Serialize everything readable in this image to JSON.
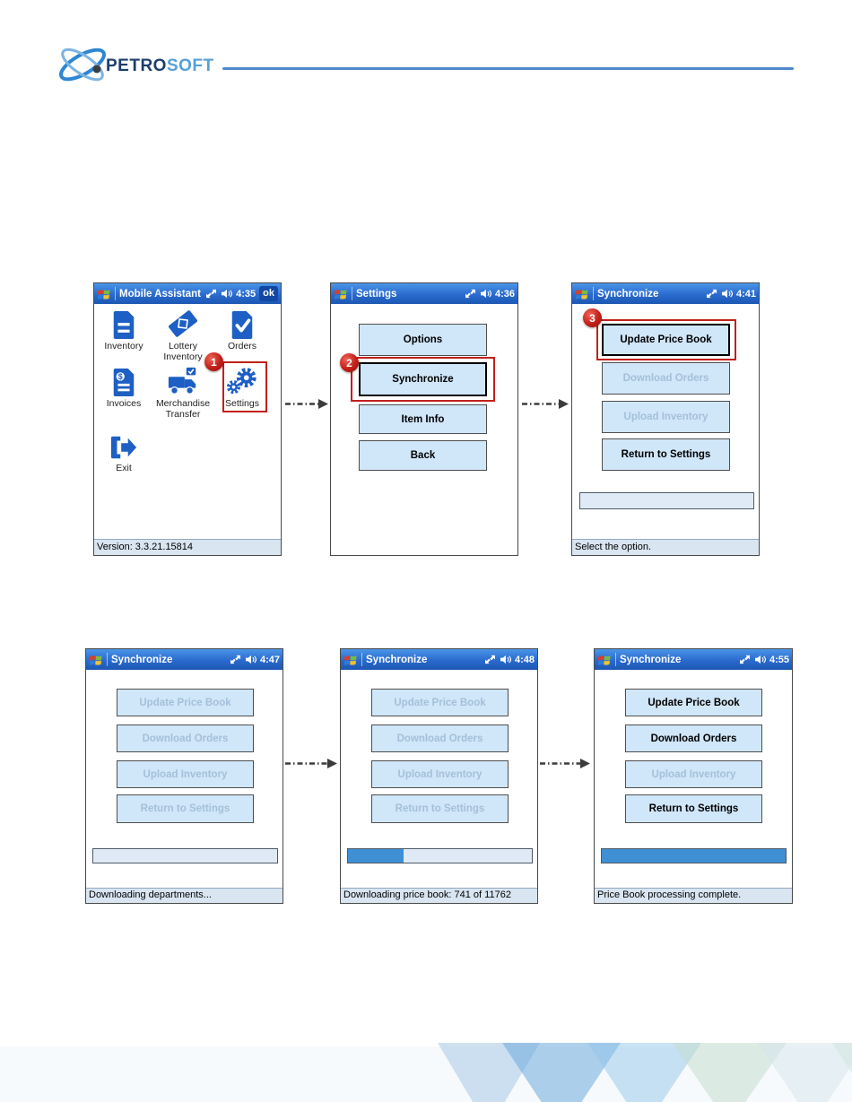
{
  "header": {
    "brand_petro": "PETRO",
    "brand_soft": "SOFT"
  },
  "annotations": {
    "step_1": "1",
    "step_2": "2",
    "step_3": "3"
  },
  "colors": {
    "titlebar_blue": "#2a6ace",
    "button_bg": "#d0e6f9",
    "disabled_text": "#a4c0d9",
    "progress_fill": "#3e8fd4",
    "annotation_red": "#c2201b",
    "icon_blue": "#1d5fc4",
    "header_rule": "#4e89cc"
  },
  "screen_1": {
    "title": "Mobile Assistant",
    "time": "4:35",
    "ok_label": "ok",
    "items": [
      {
        "label": "Inventory",
        "icon": "document-icon"
      },
      {
        "label": "Lottery Inventory",
        "icon": "ticket-icon"
      },
      {
        "label": "Orders",
        "icon": "document-check-icon"
      },
      {
        "label": "Invoices",
        "icon": "document-dollar-icon"
      },
      {
        "label": "Merchandise Transfer",
        "icon": "truck-check-icon"
      },
      {
        "label": "Settings",
        "icon": "gears-icon"
      },
      {
        "label": "Exit",
        "icon": "exit-arrow-icon"
      }
    ],
    "status": "Version: 3.3.21.15814"
  },
  "screen_2": {
    "title": "Settings",
    "time": "4:36",
    "buttons": [
      {
        "label": "Options"
      },
      {
        "label": "Synchronize"
      },
      {
        "label": "Item Info"
      },
      {
        "label": "Back"
      }
    ]
  },
  "screen_3": {
    "title": "Synchronize",
    "time": "4:41",
    "buttons": [
      {
        "label": "Update Price Book",
        "enabled": true
      },
      {
        "label": "Download Orders",
        "enabled": false
      },
      {
        "label": "Upload Inventory",
        "enabled": false
      },
      {
        "label": "Return to Settings",
        "enabled": true
      }
    ],
    "progress_percent": 0,
    "status": "Select the option."
  },
  "screen_4": {
    "title": "Synchronize",
    "time": "4:47",
    "buttons": [
      {
        "label": "Update Price Book",
        "enabled": false
      },
      {
        "label": "Download Orders",
        "enabled": false
      },
      {
        "label": "Upload Inventory",
        "enabled": false
      },
      {
        "label": "Return to Settings",
        "enabled": false
      }
    ],
    "progress_percent": 0,
    "status": "Downloading departments..."
  },
  "screen_5": {
    "title": "Synchronize",
    "time": "4:48",
    "buttons": [
      {
        "label": "Update Price Book",
        "enabled": false
      },
      {
        "label": "Download Orders",
        "enabled": false
      },
      {
        "label": "Upload Inventory",
        "enabled": false
      },
      {
        "label": "Return to Settings",
        "enabled": false
      }
    ],
    "progress_percent": 30,
    "status": "Downloading price book: 741 of 11762"
  },
  "screen_6": {
    "title": "Synchronize",
    "time": "4:55",
    "buttons": [
      {
        "label": "Update Price Book",
        "enabled": true
      },
      {
        "label": "Download Orders",
        "enabled": true
      },
      {
        "label": "Upload Inventory",
        "enabled": false
      },
      {
        "label": "Return to Settings",
        "enabled": true
      }
    ],
    "progress_percent": 100,
    "status": "Price Book processing complete."
  }
}
